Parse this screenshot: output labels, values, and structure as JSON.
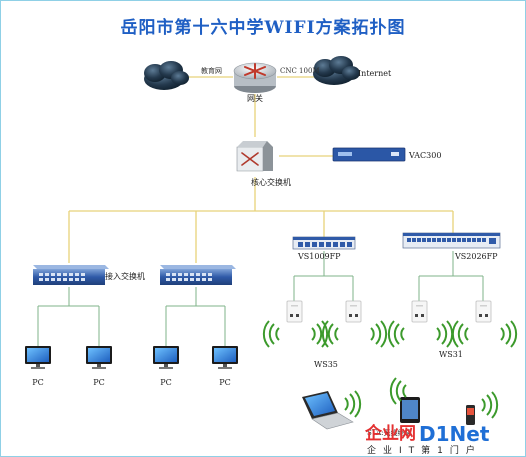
{
  "title": "岳阳市第十六中学WIFI方案拓扑图",
  "links": {
    "edu_net": "教育网",
    "cnc": "CNC 100M"
  },
  "nodes": {
    "internet": "Internet",
    "gateway": "网关",
    "core_switch": "核心交换机",
    "vac": "VAC300",
    "access_switch": "接入交换机",
    "vs1009": "VS1009FP",
    "vs2026": "VS2026FP",
    "ws35": "WS35",
    "ws31": "WS31",
    "sta": "STA:无线终端"
  },
  "pcs": [
    "PC",
    "PC",
    "PC",
    "PC"
  ],
  "watermark": {
    "part1": "企业网",
    "part2": "D1Net",
    "sub": "企业IT第1门户"
  },
  "colors": {
    "title": "#1f5fc4",
    "link_yellow": "#e8d27a",
    "link_green": "#7fb38a",
    "cloud": "#243a4f",
    "switch_blue": "#2f5aa8",
    "wifi_green": "#3c9a2c"
  }
}
